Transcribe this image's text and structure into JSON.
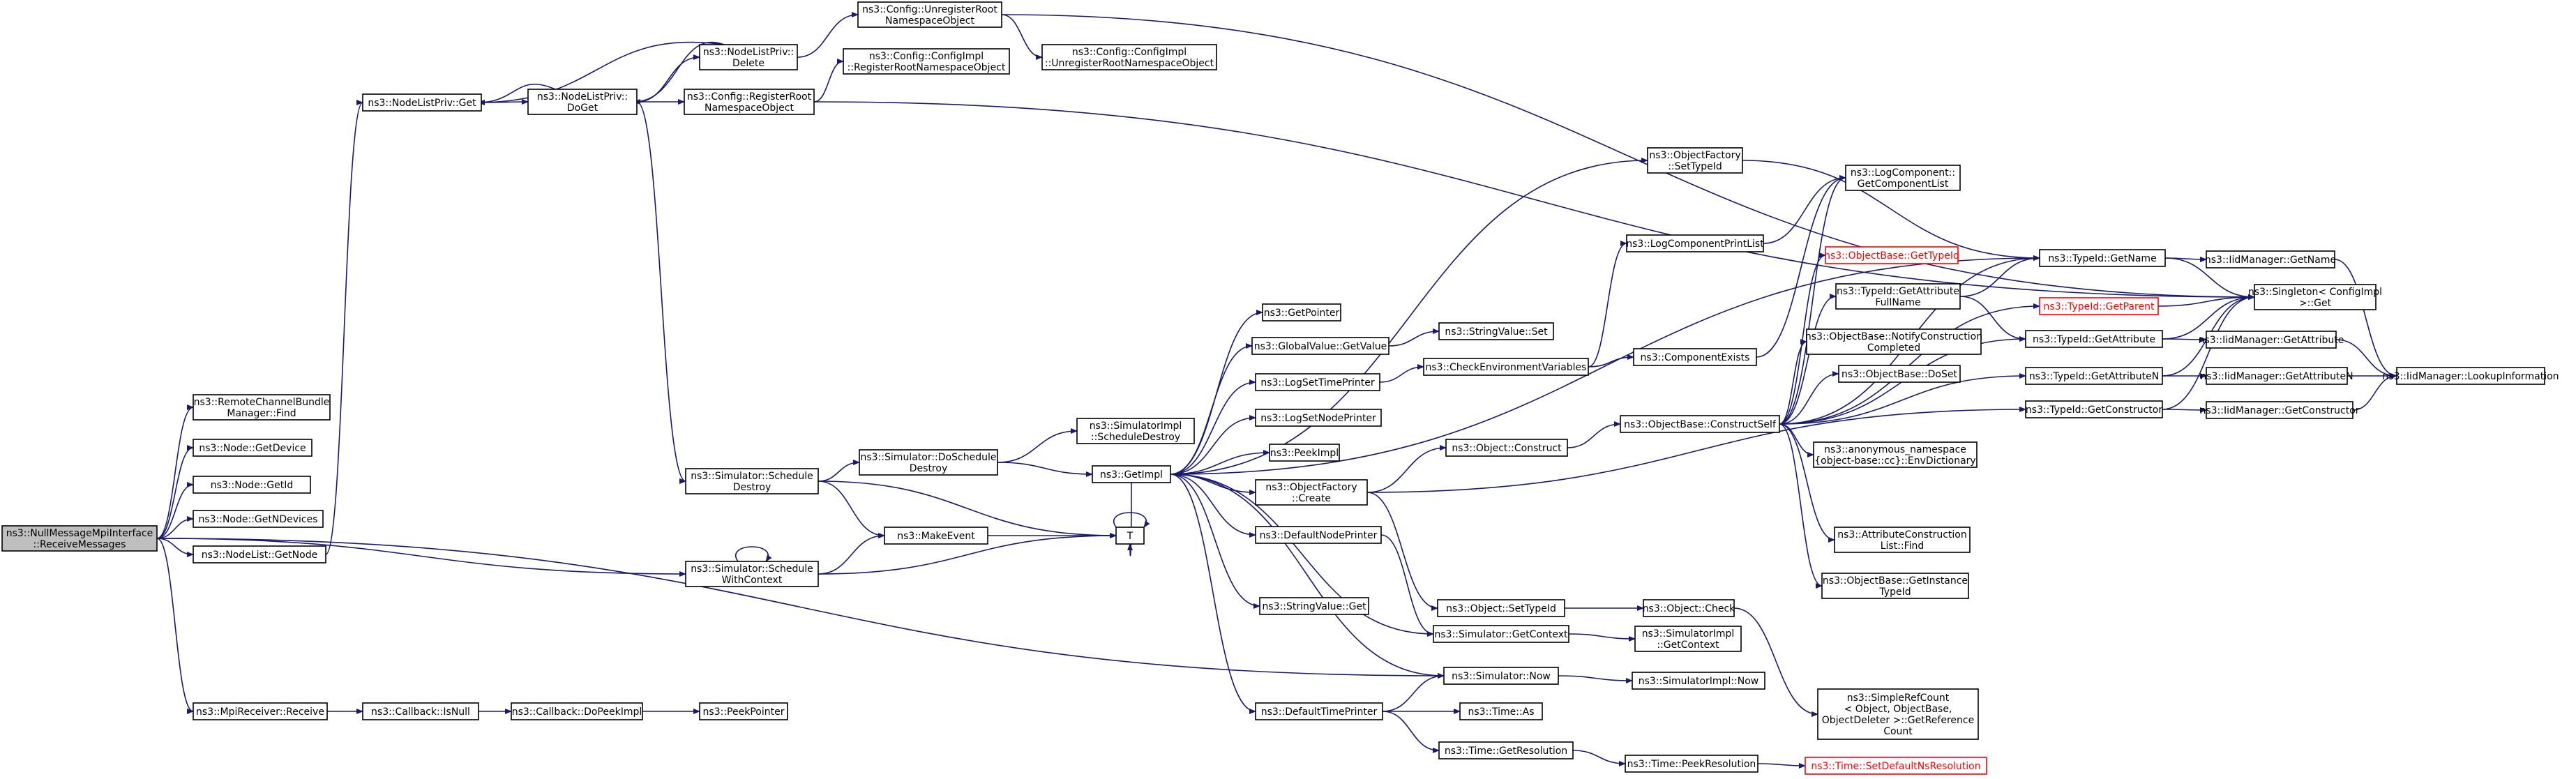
{
  "colors": {
    "edge": "#191970",
    "root_fill": "#bfbfbf",
    "undocumented": "#ff0000"
  },
  "nodes": {
    "root": [
      "ns3::NullMessageMpiInterface",
      "::ReceiveMessages"
    ],
    "remote_find": [
      "ns3::RemoteChannelBundle",
      "Manager::Find"
    ],
    "node_getdevice": [
      "ns3::Node::GetDevice"
    ],
    "node_getid": [
      "ns3::Node::GetId"
    ],
    "node_getndevices": [
      "ns3::Node::GetNDevices"
    ],
    "nodelist_getnode": [
      "ns3::NodeList::GetNode"
    ],
    "nlp_get": [
      "ns3::NodeListPriv::Get"
    ],
    "nlp_doget": [
      "ns3::NodeListPriv::",
      "DoGet"
    ],
    "nlp_delete": [
      "ns3::NodeListPriv::",
      "Delete"
    ],
    "cfg_unreg": [
      "ns3::Config::UnregisterRoot",
      "NamespaceObject"
    ],
    "cfgimpl_unreg": [
      "ns3::Config::ConfigImpl",
      "::UnregisterRootNamespaceObject"
    ],
    "cfgimpl_reg": [
      "ns3::Config::ConfigImpl",
      "::RegisterRootNamespaceObject"
    ],
    "cfg_reg": [
      "ns3::Config::RegisterRoot",
      "NamespaceObject"
    ],
    "sched_destroy": [
      "ns3::Simulator::Schedule",
      "Destroy"
    ],
    "sched_context": [
      "ns3::Simulator::Schedule",
      "WithContext"
    ],
    "do_sched_destroy": [
      "ns3::Simulator::DoSchedule",
      "Destroy"
    ],
    "simimpl_sched_destroy": [
      "ns3::SimulatorImpl",
      "::ScheduleDestroy"
    ],
    "make_event": [
      "ns3::MakeEvent"
    ],
    "fn_t": [
      "T"
    ],
    "getimpl": [
      "ns3::GetImpl"
    ],
    "getpointer": [
      "ns3::GetPointer"
    ],
    "gv_getvalue": [
      "ns3::GlobalValue::GetValue"
    ],
    "sv_set": [
      "ns3::StringValue::Set"
    ],
    "log_time": [
      "ns3::LogSetTimePrinter"
    ],
    "log_node": [
      "ns3::LogSetNodePrinter"
    ],
    "check_env": [
      "ns3::CheckEnvironmentVariables"
    ],
    "peekimpl": [
      "ns3::PeekImpl"
    ],
    "of_create": [
      "ns3::ObjectFactory",
      "::Create"
    ],
    "default_node_printer": [
      "ns3::DefaultNodePrinter"
    ],
    "sv_get": [
      "ns3::StringValue::Get"
    ],
    "default_time_printer": [
      "ns3::DefaultTimePrinter"
    ],
    "of_settypeid": [
      "ns3::ObjectFactory",
      "::SetTypeId"
    ],
    "log_printlist": [
      "ns3::LogComponentPrintList"
    ],
    "logcomp_getlist": [
      "ns3::LogComponent::",
      "GetComponentList"
    ],
    "comp_exists": [
      "ns3::ComponentExists"
    ],
    "obj_construct": [
      "ns3::Object::Construct"
    ],
    "obj_settypeid": [
      "ns3::Object::SetTypeId"
    ],
    "ob_constructself": [
      "ns3::ObjectBase::ConstructSelf"
    ],
    "ob_gettypeid": [
      "ns3::ObjectBase::GetTypeId"
    ],
    "tid_getattr_fullname": [
      "ns3::TypeId::GetAttribute",
      "FullName"
    ],
    "ob_notify": [
      "ns3::ObjectBase::NotifyConstruction",
      "Completed"
    ],
    "ob_doset": [
      "ns3::ObjectBase::DoSet"
    ],
    "anon_envdict": [
      "ns3::anonymous_namespace",
      "{object-base::cc}::EnvDictionary"
    ],
    "attr_find": [
      "ns3::AttributeConstruction",
      "List::Find"
    ],
    "ob_getinstance": [
      "ns3::ObjectBase::GetInstance",
      "TypeId"
    ],
    "obj_check": [
      "ns3::Object::Check"
    ],
    "sim_getcontext": [
      "ns3::Simulator::GetContext"
    ],
    "simimpl_getcontext": [
      "ns3::SimulatorImpl",
      "::GetContext"
    ],
    "sim_now": [
      "ns3::Simulator::Now"
    ],
    "simimpl_now": [
      "ns3::SimulatorImpl::Now"
    ],
    "time_as": [
      "ns3::Time::As"
    ],
    "time_getres": [
      "ns3::Time::GetResolution"
    ],
    "time_peekres": [
      "ns3::Time::PeekResolution"
    ],
    "time_setdefault": [
      "ns3::Time::SetDefaultNsResolution"
    ],
    "simpleref": [
      "ns3::SimpleRefCount",
      "< Object, ObjectBase,",
      "ObjectDeleter >::GetReference",
      "Count"
    ],
    "tid_getname": [
      "ns3::TypeId::GetName"
    ],
    "tid_getparent": [
      "ns3::TypeId::GetParent"
    ],
    "tid_getattribute": [
      "ns3::TypeId::GetAttribute"
    ],
    "tid_getattributen": [
      "ns3::TypeId::GetAttributeN"
    ],
    "tid_getconstructor": [
      "ns3::TypeId::GetConstructor"
    ],
    "singleton_get": [
      "ns3::Singleton< ConfigImpl",
      ">::Get"
    ],
    "iid_getname": [
      "ns3::IidManager::GetName"
    ],
    "iid_getattribute": [
      "ns3::IidManager::GetAttribute"
    ],
    "iid_getattributen": [
      "ns3::IidManager::GetAttributeN"
    ],
    "iid_getconstructor": [
      "ns3::IidManager::GetConstructor"
    ],
    "iid_lookup": [
      "ns3::IidManager::LookupInformation"
    ],
    "mpi_receive": [
      "ns3::MpiReceiver::Receive"
    ],
    "cb_isnull": [
      "ns3::Callback::IsNull"
    ],
    "cb_dopeekimpl": [
      "ns3::Callback::DoPeekImpl"
    ],
    "peekpointer": [
      "ns3::PeekPointer"
    ]
  }
}
